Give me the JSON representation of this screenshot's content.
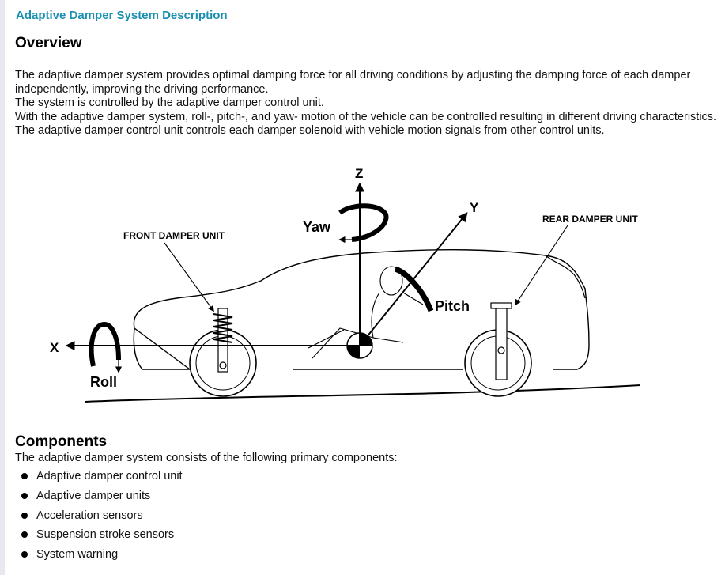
{
  "doc": {
    "title": "Adaptive Damper System Description"
  },
  "overview": {
    "heading": "Overview",
    "paragraphs": [
      "The adaptive damper system provides optimal damping force for all driving conditions by adjusting the damping force of each damper independently, improving the driving performance.",
      "The system is controlled by the adaptive damper control unit.",
      "With the adaptive damper system, roll-, pitch-, and yaw- motion of the vehicle can be controlled resulting in different driving characteristics.",
      "The adaptive damper control unit controls each damper solenoid with vehicle motion signals from other control units."
    ]
  },
  "diagram": {
    "front_label": "FRONT DAMPER UNIT",
    "rear_label": "REAR DAMPER UNIT",
    "axis_z": "Z",
    "axis_y": "Y",
    "axis_x": "X",
    "yaw": "Yaw",
    "pitch": "Pitch",
    "roll": "Roll"
  },
  "components": {
    "heading": "Components",
    "intro": "The adaptive damper system consists of the following primary components:",
    "items": [
      "Adaptive damper control unit",
      "Adaptive damper units",
      "Acceleration sensors",
      "Suspension stroke sensors",
      "System warning"
    ]
  }
}
